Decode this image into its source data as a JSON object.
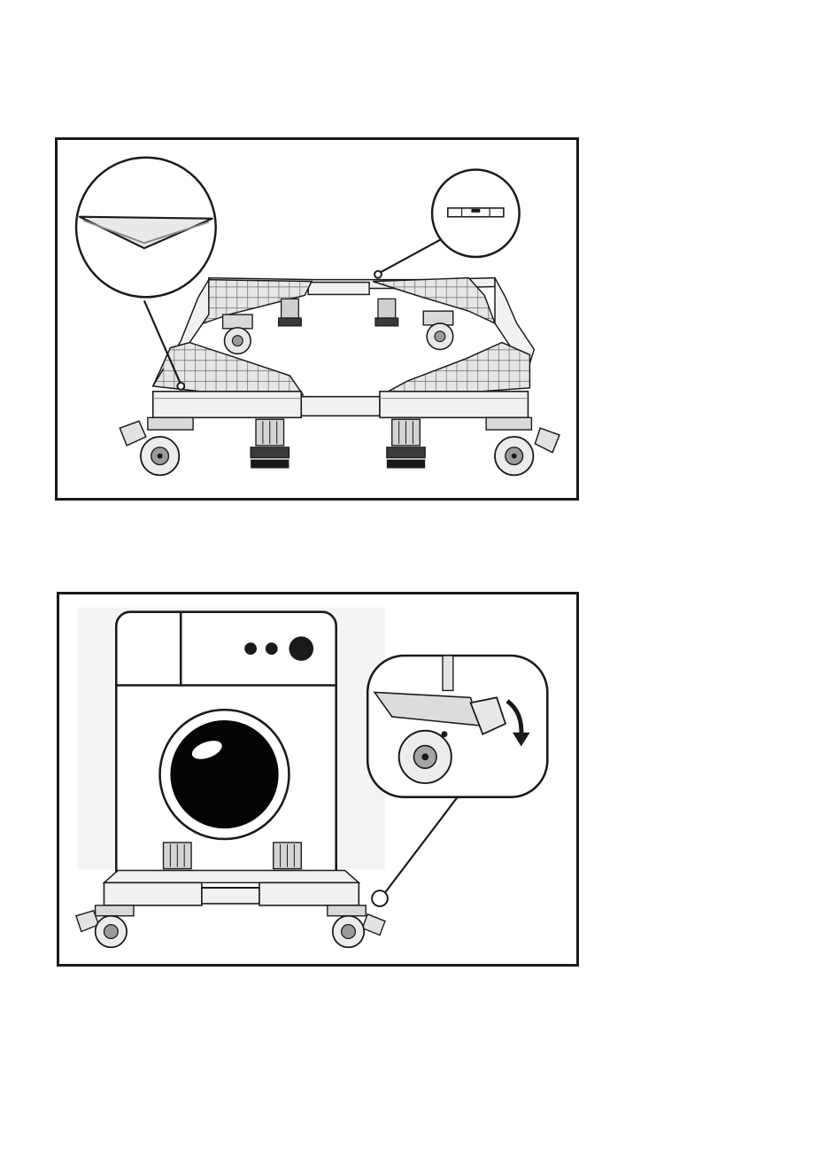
{
  "figures": [
    {
      "id": "stand-overview",
      "callouts": [
        "corner-bracket-icon",
        "spirit-level-icon"
      ],
      "components": [
        "adjustable-frame",
        "locking-caster-wheel",
        "adjustable-support-foot"
      ]
    },
    {
      "id": "washer-on-stand",
      "callouts": [
        "caster-brake-lock-icon"
      ],
      "components": [
        "washing-machine",
        "adjustable-frame",
        "locking-caster-wheel"
      ]
    }
  ],
  "colors": {
    "line": "#1a1a1a",
    "frame": "#f1f1f1",
    "shade": "#bdbdbd",
    "door": "#050505"
  }
}
